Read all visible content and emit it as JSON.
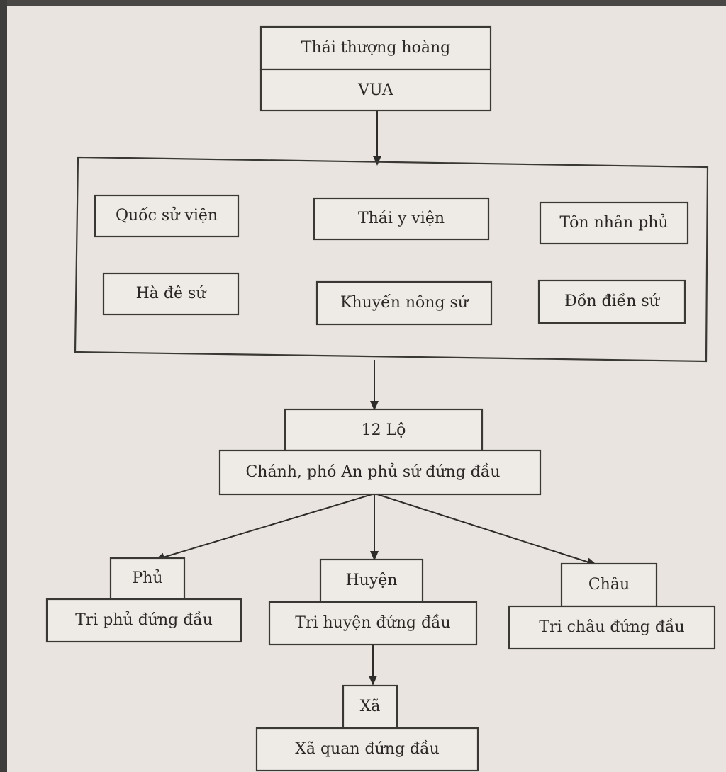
{
  "diagram": {
    "nodes": {
      "thai_thuong_hoang": "Thái thượng hoàng",
      "vua": "VUA",
      "quoc_su_vien": "Quốc sử viện",
      "thai_y_vien": "Thái y viện",
      "ton_nhan_phu": "Tôn nhân phủ",
      "ha_de_su": "Hà đê sứ",
      "khuyen_nong_su": "Khuyến nông sứ",
      "don_dien_su": "Đồn điền sứ",
      "lo": "12 Lộ",
      "lo_head": "Chánh, phó An phủ sứ đứng đầu",
      "phu": "Phủ",
      "phu_head": "Tri phủ đứng đầu",
      "huyen": "Huyện",
      "huyen_head": "Tri huyện đứng đầu",
      "chau": "Châu",
      "chau_head": "Tri châu đứng đầu",
      "xa": "Xã",
      "xa_head": "Xã quan đứng đầu"
    }
  }
}
